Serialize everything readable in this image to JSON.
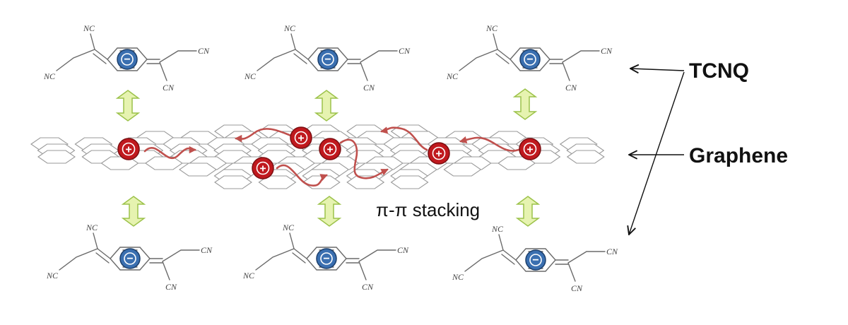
{
  "labels": {
    "tcnq": "TCNQ",
    "graphene": "Graphene",
    "stacking": "π-π stacking"
  },
  "molecule": {
    "groups": [
      "NC",
      "NC",
      "CN",
      "CN"
    ],
    "charge_symbol": "−"
  },
  "graphene": {
    "charge_symbol": "+"
  },
  "colors": {
    "electron": "#3a6fb0",
    "hole": "#c0191e",
    "wave": "#c0504d",
    "stacking_arrow_fill": "#e6f3b0",
    "stacking_arrow_stroke": "#9cc24a",
    "lattice_stroke": "#9a9a9a",
    "bond_stroke": "#6a6a6a"
  }
}
